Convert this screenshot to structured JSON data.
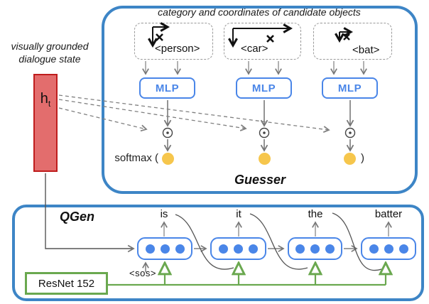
{
  "left_panel": {
    "caption_line1": "visually grounded",
    "caption_line2": "dialogue state",
    "state_symbol": "h",
    "state_subscript": "t"
  },
  "guesser": {
    "label": "Guesser",
    "title": "category and coordinates of candidate objects",
    "objects": [
      "<person>",
      "<car>",
      "<bat>"
    ],
    "mlp_labels": [
      "MLP",
      "MLP",
      "MLP"
    ],
    "softmax_prefix": "softmax (",
    "softmax_suffix": ")"
  },
  "qgen": {
    "label": "QGen",
    "words": [
      "is",
      "it",
      "the",
      "batter"
    ],
    "start_token": "<sos>",
    "image_encoder_label": "ResNet 152"
  },
  "icons": {
    "dot_product_icon": "⊙",
    "x_marker_icon": "✕",
    "axes_icon": "xy-corner-arrows"
  },
  "colors": {
    "panel_blue": "#3d85c6",
    "cell_blue": "#4a86e8",
    "state_red_fill": "#e36d6d",
    "state_red_border": "#bf1d1d",
    "score_yellow": "#f6c64c",
    "encoder_green": "#6aa84f",
    "line_gray": "#666666"
  }
}
